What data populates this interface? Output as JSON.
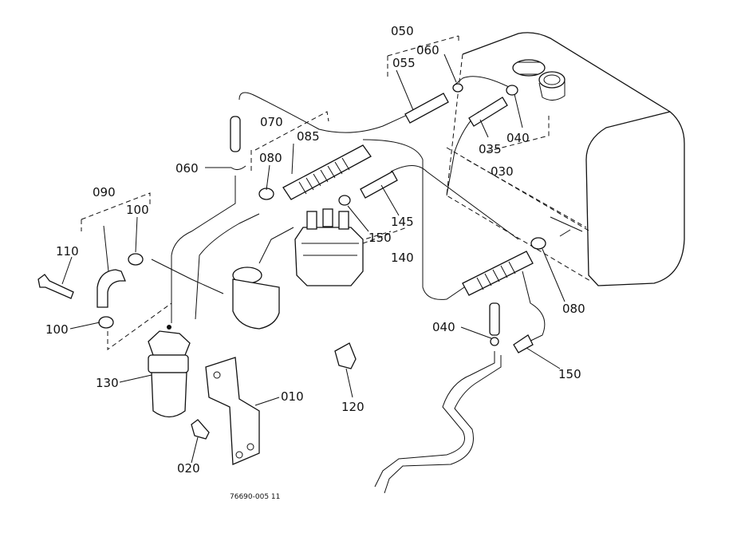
{
  "diagram_code": "76690-005 11",
  "labels": {
    "p010": "010",
    "p020": "020",
    "p030": "030",
    "p035": "035",
    "p040a": "040",
    "p040b": "040",
    "p050": "050",
    "p055": "055",
    "p060a": "060",
    "p060b": "060",
    "p070": "070",
    "p080a": "080",
    "p080b": "080",
    "p085": "085",
    "p090": "090",
    "p100a": "100",
    "p100b": "100",
    "p110": "110",
    "p120": "120",
    "p130": "130",
    "p140": "140",
    "p145": "145",
    "p150a": "150",
    "p150b": "150"
  }
}
